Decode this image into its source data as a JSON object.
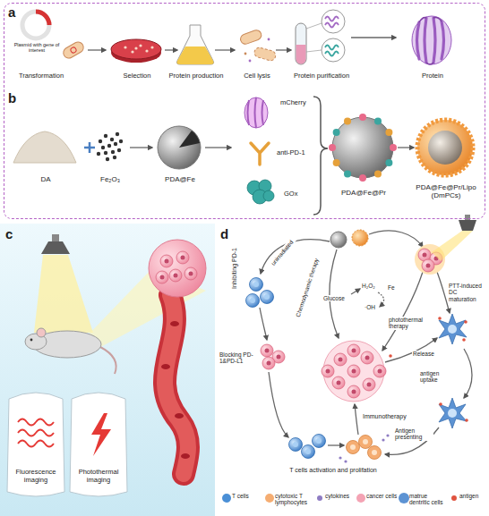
{
  "diagram": {
    "nodes": [
      {
        "text": [
          "a",
          "Plasmid with gene of interest",
          "Transformation",
          "Selection",
          "Protein production",
          "Cell lysis",
          "Protein purification",
          "Protein",
          "b",
          "DA",
          "Fe₂O₃",
          "PDA@Fe",
          "mCherry",
          "anti-PD-1",
          "GOx",
          "PDA@Fe@Pr",
          "PDA@Fe@Pr/Lipo (DmPCs)"
        ]
      },
      {
        "text": [
          "c",
          "Fluorescence imaging",
          "Photothermal imaging"
        ]
      }
    ],
    "labels": [
      "d",
      "Inhibiting PD-1",
      "unirradiated",
      "Chemodynamic therapy",
      "Glucose",
      "H₂O₂",
      "Fe",
      "·OH",
      "PTT-induced DC maturation",
      "photothermal therapy",
      "Release",
      "antigen uptake",
      "Antigen presenting",
      "Immunotherapy",
      "T cells activation and prolifation",
      "Blocking PD-1&PD-L1"
    ],
    "legend": [
      {
        "text": "T cells",
        "color": "#4a8fd6"
      },
      {
        "text": "cytotoxic T lymphocytes",
        "color": "#f5ad72"
      },
      {
        "text": "cytokines",
        "color": "#8e7cc3"
      },
      {
        "text": "cancer cells",
        "color": "#f4a3b4"
      },
      {
        "text": "matrue dentritic cells",
        "color": "#5d93d3"
      },
      {
        "text": "antigen",
        "color": "#e0533f"
      }
    ]
  }
}
